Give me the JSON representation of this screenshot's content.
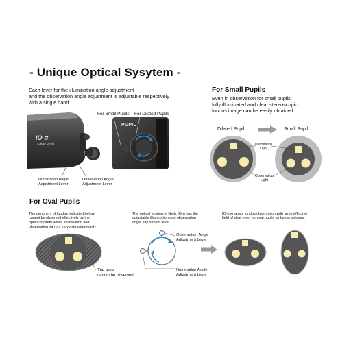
{
  "title": "- Unique Optical Sysytem -",
  "intro": {
    "line1": "Each lever for the illumination angle adjustment",
    "line2": "and the observation angle adjustment is adjustable respectively",
    "line3": "with a single hand."
  },
  "device": {
    "brand": "IO-α",
    "brand_sub": "Small Pupil",
    "pupil_tag": "PUPIL",
    "for_small_pupils": "For Small Pupils",
    "for_dilated_pupils": "For Dilated Pupils",
    "illum_label_1": "Illumination Angle",
    "illum_label_2": "Adjustment Lever",
    "obs_label_1": "Observation Angle",
    "obs_label_2": "Adjustment Lever"
  },
  "small_pupils": {
    "title": "For Small Pupils",
    "desc1": "Even in observation for small pupils,",
    "desc2": "fully illuminated and clear stereoscopic",
    "desc3": "fundus image can be easily obtained.",
    "dilated_label": "Dilated Pupil",
    "small_label": "Small Pupil",
    "illum_light_1": "Illumination",
    "illum_light_2": "Light",
    "obs_light_1": "Observation",
    "obs_light_2": "Light"
  },
  "oval": {
    "title": "For Oval Pupils",
    "col1_1": "The periphery of fundus indicated below",
    "col1_2": "cannot be observed effectively by the",
    "col1_3": "optical system which illumination and",
    "col1_4": "observation mirrors move simultaneously",
    "area_1": "The area",
    "area_2": "cannot be observed",
    "col2_1": "The optical system of Neitz IO-α has the",
    "col2_2": "adjustable illumination and observation",
    "col2_3": "angle adjustment lever.",
    "obs_lever_1": "Observation Angle",
    "obs_lever_2": "Adjustment Lever",
    "illum_lever_1": "Illumination Angle",
    "illum_lever_2": "Adjustment Lever",
    "col3_1": "IO-α enables fundus observation with large effective",
    "col3_2": "field of view even for oval pupils as below pictures."
  },
  "colors": {
    "circle_fill": "#555555",
    "ring": "#bdbdbd",
    "dot": "#f4ecb0",
    "lever_arrow": "#2f86c8",
    "arrow_gray": "#9a9a9a"
  }
}
